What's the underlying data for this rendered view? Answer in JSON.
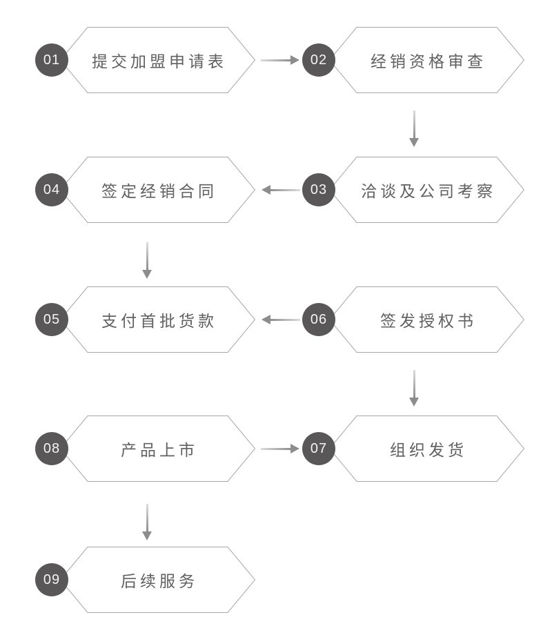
{
  "diagram": {
    "type": "process-flowchart",
    "language": "zh-CN"
  },
  "colors": {
    "background": "#ffffff",
    "badge_bg": "#595757",
    "badge_text": "#f5f5f5",
    "hex_border": "#a6a6a6",
    "hex_fill": "#ffffff",
    "label_text": "#606060",
    "arrow_head": "#8c8c8c",
    "arrow_tail": "#dcdcdc"
  },
  "steps": [
    {
      "number": "01",
      "label": "提交加盟申请表",
      "column": "left",
      "row": 1
    },
    {
      "number": "02",
      "label": "经销资格审查",
      "column": "right",
      "row": 1
    },
    {
      "number": "03",
      "label": "洽谈及公司考察",
      "column": "right",
      "row": 2
    },
    {
      "number": "04",
      "label": "签定经销合同",
      "column": "left",
      "row": 2
    },
    {
      "number": "05",
      "label": "支付首批货款",
      "column": "left",
      "row": 3
    },
    {
      "number": "06",
      "label": "签发授权书",
      "column": "right",
      "row": 3
    },
    {
      "number": "07",
      "label": "组织发货",
      "column": "right",
      "row": 4
    },
    {
      "number": "08",
      "label": "产品上市",
      "column": "left",
      "row": 4
    },
    {
      "number": "09",
      "label": "后续服务",
      "column": "left",
      "row": 5
    }
  ],
  "arrows": [
    {
      "from": "01",
      "to": "02",
      "direction": "right"
    },
    {
      "from": "02",
      "to": "03",
      "direction": "down"
    },
    {
      "from": "03",
      "to": "04",
      "direction": "left"
    },
    {
      "from": "04",
      "to": "05",
      "direction": "down"
    },
    {
      "from": "06",
      "to": "05",
      "direction": "left"
    },
    {
      "from": "06",
      "to": "07",
      "direction": "down"
    },
    {
      "from": "08",
      "to": "07",
      "direction": "right"
    },
    {
      "from": "08",
      "to": "09",
      "direction": "down"
    }
  ]
}
